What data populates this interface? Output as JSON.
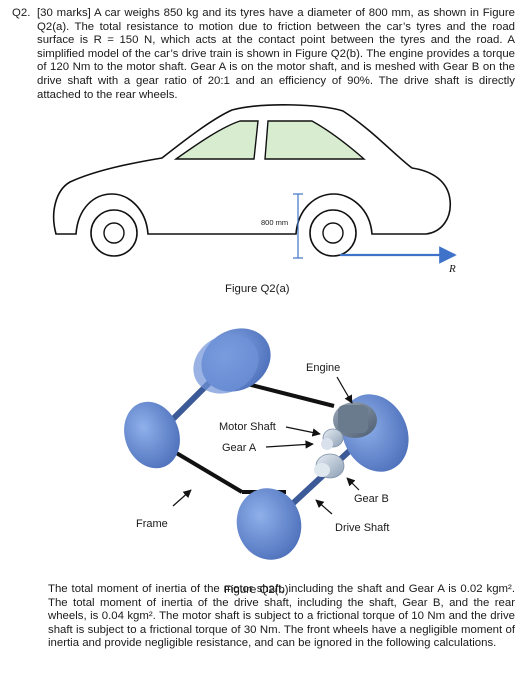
{
  "question": {
    "number": "Q2.",
    "text": "[30 marks] A car weighs 850 kg and its tyres have a diameter of 800 mm, as shown in Figure Q2(a). The total resistance to motion due to friction between the car’s tyres and the road surface is R = 150 N, which acts at the contact point between the tyres and the road. A simplified model of the car’s drive train is shown in Figure Q2(b). The engine provides a torque of 120 Nm to the motor shaft. Gear A is on the motor shaft, and is meshed with Gear B on the drive shaft with a gear ratio of 20:1 and an efficiency of 90%. The drive shaft is directly attached to the rear wheels."
  },
  "figure_a": {
    "caption": "Figure Q2(a)",
    "dimension_label": "800 mm",
    "force_label": "R"
  },
  "figure_b": {
    "caption": "Figure Q2(b)",
    "labels": {
      "engine": "Engine",
      "motor_shaft": "Motor Shaft",
      "gear_a": "Gear A",
      "gear_b": "Gear B",
      "frame": "Frame",
      "drive_shaft": "Drive Shaft"
    },
    "colors": {
      "wheel": "#6f93d8",
      "wheel_dark": "#4f72bd",
      "shaft": "#3d5a98",
      "frame": "#111111",
      "gear": "#b9c6d6"
    }
  },
  "closing_paragraph": "The total moment of inertia of the motor shaft, including the shaft and Gear A is 0.02 kgm². The total moment of inertia of the drive shaft, including the shaft, Gear B, and the rear wheels, is 0.04 kgm². The motor shaft is subject to a frictional torque of 10 Nm and the drive shaft is subject to a frictional torque of 30 Nm. The front wheels have a negligible moment of inertia and provide negligible resistance, and can be ignored in the following calculations."
}
